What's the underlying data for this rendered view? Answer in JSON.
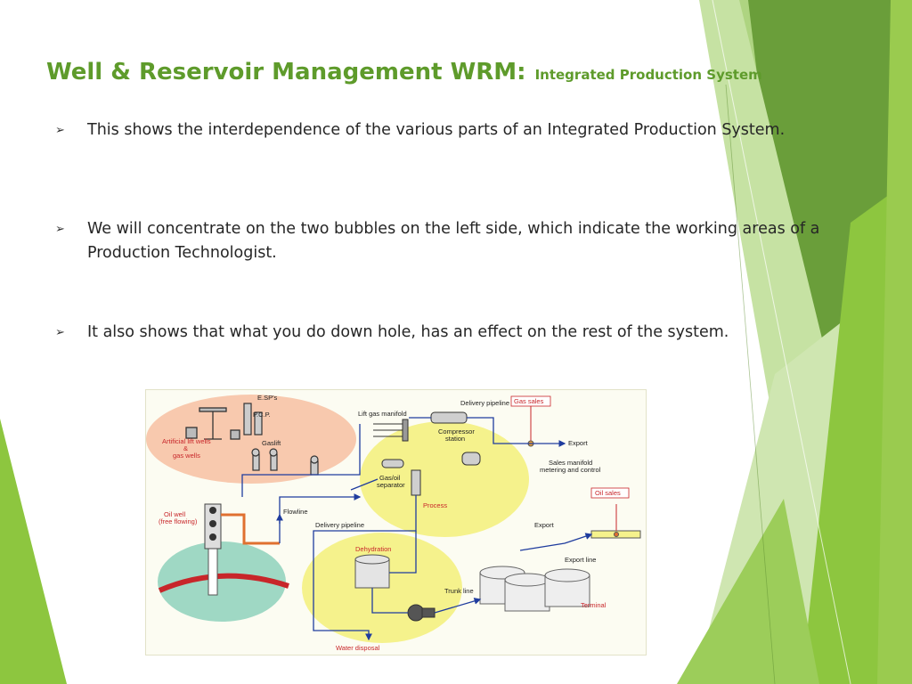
{
  "slide": {
    "title_main": "Well & Reservoir Management WRM:",
    "title_sub": "Integrated Production System",
    "bullet_marker": "➢",
    "bullets": [
      "This shows the interdependence of the various parts of an Integrated Production System.",
      "We will concentrate on the two bubbles on the left side, which indicate the working areas of a Production Technologist.",
      "It also shows that what you do down hole, has an effect on the rest of the system."
    ]
  },
  "theme": {
    "title_color": "#5e9b2b",
    "text_color": "#262626",
    "green_light": "#b4d88a",
    "green_mid": "#8dc63f",
    "green_dark": "#6a9e3a",
    "bubble_orange": "#f8c9ae",
    "bubble_yellow": "#f5f28c",
    "bubble_teal": "#9fd8c4",
    "label_red": "#c8262a",
    "line_blue": "#1f3c9e",
    "pipe_orange": "#e07030"
  },
  "diagram": {
    "labels": {
      "esps": "E.SP's",
      "pcp": "P.C.P.",
      "artificial_lift": [
        "Artificial lift wells",
        "&",
        "gas wells"
      ],
      "gaslift": "Gaslift",
      "lift_gas_manifold": "Lift gas manifold",
      "delivery_pipeline_top": "Delivery pipeline",
      "compressor_station": [
        "Compressor",
        "station"
      ],
      "gas_sales": "Gas sales",
      "export_top": "Export",
      "sales_manifold": [
        "Sales manifold",
        "metering and control"
      ],
      "gas_oil_separator": [
        "Gas/oil",
        "separator"
      ],
      "process": "Process",
      "oil_well": [
        "Oil well",
        "(free flowing)"
      ],
      "flowline": "Flowline",
      "delivery_pipeline_mid": "Delivery pipeline",
      "export_mid": "Export",
      "oil_sales": "Oil sales",
      "export_line": "Export line",
      "dehydration": "Dehydration",
      "trunk_line": "Trunk line",
      "terminal": "Terminal",
      "water_disposal": "Water disposal"
    }
  }
}
